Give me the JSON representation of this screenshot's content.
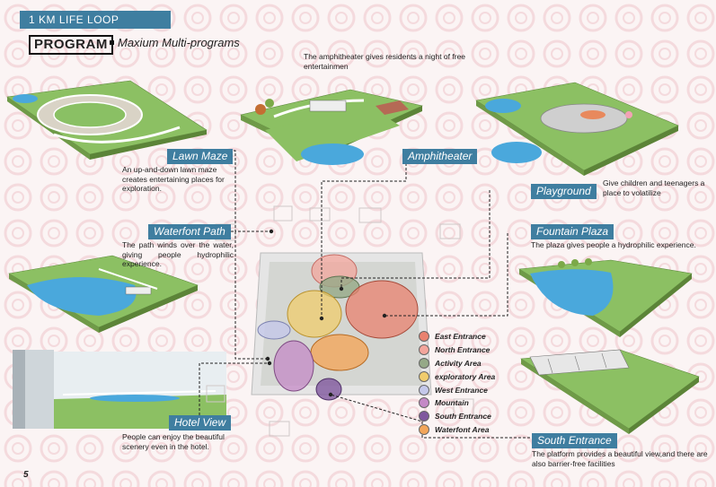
{
  "header": {
    "loop_title": "1 KM LIFE LOOP"
  },
  "program": {
    "tag": "PROGRAM",
    "subtitle": "Maxium Multi-programs"
  },
  "areas": {
    "lawn_maze": {
      "label": "Lawn Maze",
      "desc": "An up-and-down lawn maze creates entertaining places for exploration."
    },
    "amphitheater": {
      "label": "Amphitheater",
      "desc": "The amphitheater gives residents a night of free entertainmen"
    },
    "playground": {
      "label": "Playground",
      "desc": "Give children and teenagers a place to volatilize"
    },
    "waterfont_path": {
      "label": "Waterfont Path",
      "desc": "The path winds over the water, giving people hydrophilic experience."
    },
    "fountain_plaza": {
      "label": "Fountain Plaza",
      "desc": "The plaza gives people a hydrophilic experience."
    },
    "hotel_view": {
      "label": "Hotel View",
      "desc": "People can enjoy the beautiful scenery even in the hotel."
    },
    "south_entrance": {
      "label": "South Entrance",
      "desc": "The platform provides a beautiful view,and there are also barrier-free facilities"
    }
  },
  "legend": [
    {
      "label": "East Entrance",
      "color": "#e9826f"
    },
    {
      "label": "North Entrance",
      "color": "#f3a59c"
    },
    {
      "label": "Activity Area",
      "color": "#95a987"
    },
    {
      "label": "exploratory Area",
      "color": "#f0cc6c"
    },
    {
      "label": "West Entrance",
      "color": "#c4c8ea"
    },
    {
      "label": "Mountain",
      "color": "#c489c6"
    },
    {
      "label": "South Entrance",
      "color": "#7f579e"
    },
    {
      "label": "Waterfont Area",
      "color": "#f2a65b"
    }
  ],
  "page_number": "5",
  "colors": {
    "accent": "#3f7ea0",
    "grass": "#8cc063",
    "water": "#4aa8dc"
  }
}
